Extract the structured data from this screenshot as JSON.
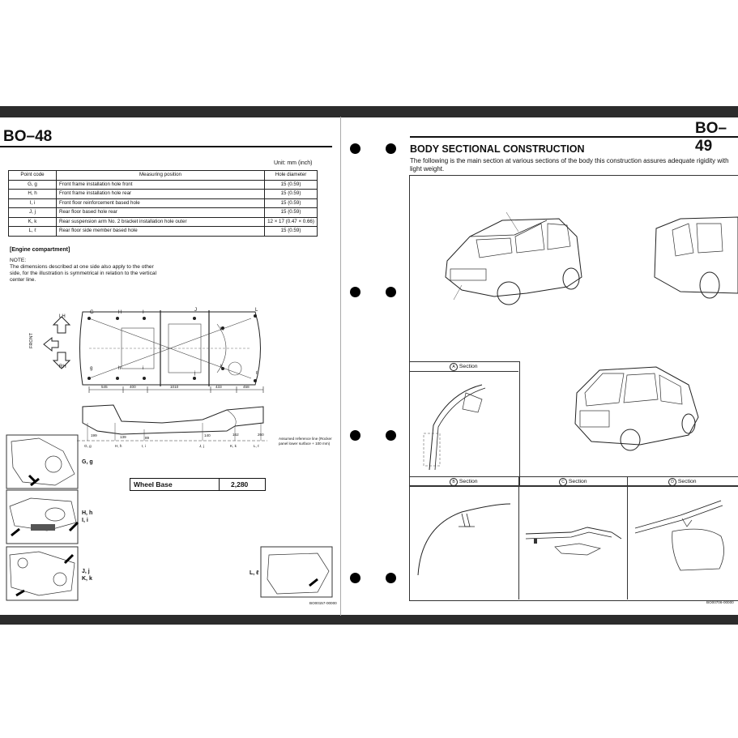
{
  "left_page": {
    "page_number": "BO–48",
    "unit_label": "Unit:  mm (inch)",
    "table": {
      "headers": [
        "Point code",
        "Measuring position",
        "Hole diameter"
      ],
      "rows": [
        [
          "G, g",
          "Front frame installation hole front",
          "15 (0.59)"
        ],
        [
          "H, h",
          "Front frame installation hole rear",
          "15 (0.59)"
        ],
        [
          "I, i",
          "Front floor reinforcement based hole",
          "15 (0.59)"
        ],
        [
          "J, j",
          "Rear floor based hole rear",
          "15 (0.59)"
        ],
        [
          "K, k",
          "Rear suspension arm No. 2 bracket installation hole outer",
          "12 × 17 (0.47 × 0.66)"
        ],
        [
          "L, ℓ",
          "Rear floor side member based hole",
          "15 (0.59)"
        ]
      ]
    },
    "section_heading": "[Engine compartment]",
    "note_title": "NOTE:",
    "note_text": "The dimensions described at one side also apply to the other side, for the illustration is symmetrical in relation to the vertical center line.",
    "direction_labels": {
      "lh": "LH",
      "front": "FRONT",
      "rh": "RH"
    },
    "plan_dims": [
      "545",
      "400",
      "1010",
      "433",
      "458"
    ],
    "plan_codes": [
      "G",
      "H",
      "I",
      "J",
      "K",
      "L",
      "g",
      "h",
      "i",
      "j",
      "k",
      "ℓ"
    ],
    "side_dims": [
      "199",
      "139",
      "89",
      "140",
      "162",
      "260"
    ],
    "side_codes": [
      "G, g",
      "H, h",
      "I, i",
      "J, j",
      "K, k",
      "L, ℓ"
    ],
    "reference_note": "Assumed reference line (Rocker panel lower surface + 100 mm)",
    "wheel_base_label": "Wheel Base",
    "wheel_base_value": "2,280",
    "point_labels": {
      "gg": "G, g",
      "hh_ii": [
        "H, h",
        "I, i"
      ],
      "jj_kk": [
        "J, j",
        "K, k"
      ],
      "ll": "L, ℓ"
    },
    "figure_code": "BO00157-00000"
  },
  "right_page": {
    "page_number": "BO–49",
    "title": "BODY SECTIONAL CONSTRUCTION",
    "intro": "The following is the main section at various sections of the body this construction assures adequate rigidity with light weight.",
    "sections": [
      {
        "marker": "A",
        "label": "Section"
      },
      {
        "marker": "B",
        "label": "Section"
      },
      {
        "marker": "C",
        "label": "Section"
      },
      {
        "marker": "D",
        "label": "Section"
      }
    ],
    "figure_code": "BO00706-00000"
  }
}
